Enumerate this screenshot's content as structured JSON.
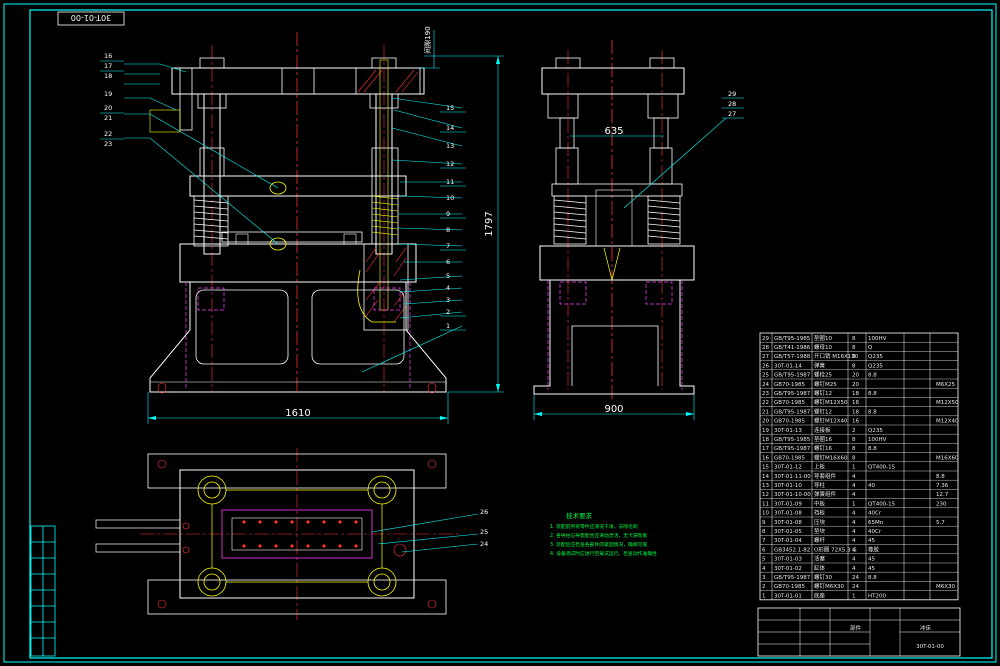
{
  "drawing": {
    "number_tag": "30T-01-00",
    "title_block_number": "30T-01-00",
    "title_block_name": "冲床",
    "assembly_label": "部件"
  },
  "dimensions": {
    "top_clearance": "间隙190",
    "height": "1797",
    "width_front": "1610",
    "width_side": "900",
    "guide_span": "635"
  },
  "front_balloons": [
    "16",
    "17",
    "18",
    "19",
    "20",
    "21",
    "22",
    "23",
    "15",
    "14",
    "13",
    "12",
    "11",
    "10",
    "9",
    "8",
    "7",
    "6",
    "5",
    "4",
    "3",
    "2",
    "1"
  ],
  "side_balloons": [
    "29",
    "28",
    "27"
  ],
  "plan_balloons": [
    "26",
    "25",
    "24"
  ],
  "technical_requirements": {
    "title": "技术要求",
    "items": [
      "1. 装配前所有零件应清洗干净，去除毛刺",
      "2. 各导柱与导套配合应滑动灵活，无卡滞现象",
      "3. 装配后应检查各部件的紧固情况，确保可靠",
      "4. 设备调试时应进行空载试运行，检查动作准确性"
    ]
  },
  "bom": [
    [
      "29",
      "GB/T95-1985",
      "垫圈10",
      "8",
      "100HV",
      ""
    ],
    [
      "28",
      "GB/T41-1986",
      "螺母10",
      "8",
      "Q",
      ""
    ],
    [
      "27",
      "GB/T57-1988",
      "开口销 M16X130",
      "8",
      "Q235",
      ""
    ],
    [
      "26",
      "30T-01-14",
      "弹簧",
      "8",
      "Q235",
      ""
    ],
    [
      "25",
      "GB/T95-1987",
      "螺栓25",
      "20",
      "8.8",
      ""
    ],
    [
      "24",
      "GB70-1985",
      "螺钉M25",
      "20",
      "",
      "M6X25"
    ],
    [
      "23",
      "GB/T95-1987",
      "螺钉12",
      "18",
      "8.8",
      ""
    ],
    [
      "22",
      "GB70-1985",
      "螺钉M12X50",
      "18",
      "",
      "M12X50"
    ],
    [
      "21",
      "GB/T95-1987",
      "螺钉12",
      "18",
      "8.8",
      ""
    ],
    [
      "20",
      "GB70-1985",
      "螺钉M12X40",
      "16",
      "",
      "M12X40"
    ],
    [
      "19",
      "30T-01-13",
      "连接板",
      "2",
      "Q235",
      ""
    ],
    [
      "18",
      "GB/T95-1985",
      "垫圈16",
      "8",
      "100HV",
      ""
    ],
    [
      "17",
      "GB/T95-1987",
      "螺钉16",
      "8",
      "8.8",
      ""
    ],
    [
      "16",
      "GB70-1985",
      "螺钉M16X60",
      "8",
      "",
      "M16X60"
    ],
    [
      "15",
      "30T-01-12",
      "上板",
      "1",
      "QT400-15",
      ""
    ],
    [
      "14",
      "30T-01-11-00",
      "导套组件",
      "4",
      "",
      "8.8"
    ],
    [
      "13",
      "30T-01-10",
      "导柱",
      "4",
      "40",
      "7.36"
    ],
    [
      "12",
      "30T-01-10-00",
      "弹簧组件",
      "4",
      "",
      "12.7"
    ],
    [
      "11",
      "30T-01-09",
      "中板",
      "1",
      "QT400-15",
      "230"
    ],
    [
      "10",
      "30T-01-08",
      "挡板",
      "4",
      "40Cr",
      ""
    ],
    [
      "9",
      "30T-01-08",
      "压块",
      "4",
      "65Mn",
      "5.7"
    ],
    [
      "8",
      "30T-01-05",
      "垫块",
      "4",
      "40Cr",
      ""
    ],
    [
      "7",
      "30T-01-04",
      "螺杆",
      "4",
      "45",
      ""
    ],
    [
      "6",
      "GB3452.1-82",
      "O形圈 72X5.3 G",
      "4",
      "橡胶",
      ""
    ],
    [
      "5",
      "30T-01-03",
      "活塞",
      "4",
      "45",
      ""
    ],
    [
      "4",
      "30T-01-02",
      "缸体",
      "4",
      "45",
      ""
    ],
    [
      "3",
      "GB/T95-1987",
      "螺钉30",
      "24",
      "8.8",
      ""
    ],
    [
      "2",
      "GB70-1985",
      "螺钉M6X30",
      "24",
      "",
      "M6X30"
    ],
    [
      "1",
      "30T-01-01",
      "底座",
      "1",
      "HT200",
      ""
    ]
  ],
  "colors": {
    "background": "#000000",
    "outline": "#ffffff",
    "centerline": "#ff3030",
    "hidden": "#ff40ff",
    "leader": "#00ffff",
    "hatch": "#ff0000",
    "yellow": "#ffff00"
  }
}
